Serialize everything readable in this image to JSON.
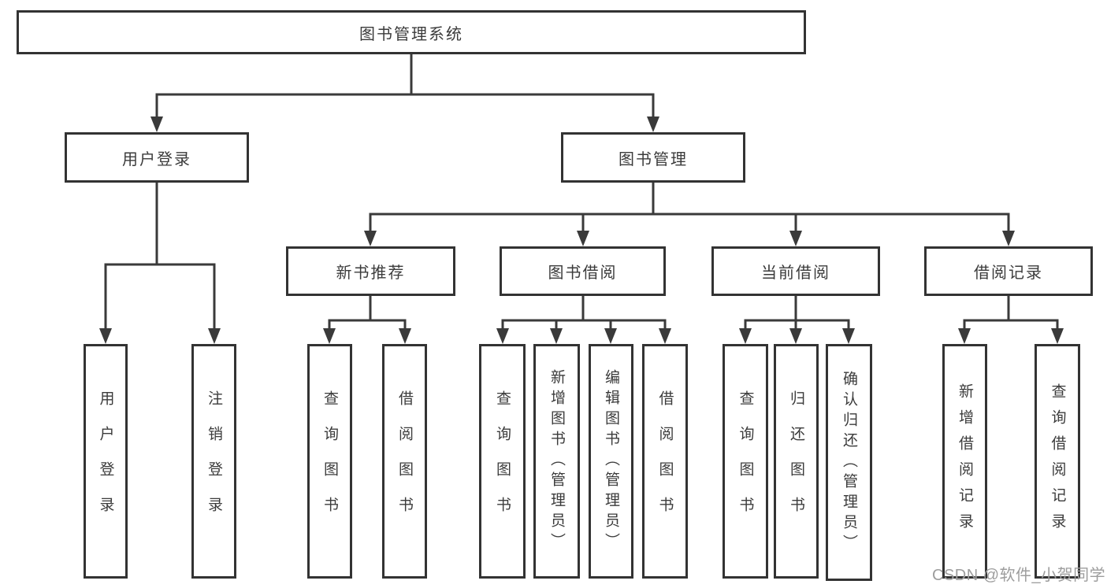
{
  "tree": {
    "label": "图书管理系统",
    "children": [
      {
        "label": "用户登录",
        "children": [
          {
            "label": "用户登录"
          },
          {
            "label": "注销登录"
          }
        ]
      },
      {
        "label": "图书管理",
        "children": [
          {
            "label": "新书推荐",
            "children": [
              {
                "label": "查询图书"
              },
              {
                "label": "借阅图书"
              }
            ]
          },
          {
            "label": "图书借阅",
            "children": [
              {
                "label": "查询图书"
              },
              {
                "label": "新增图书（管理员）"
              },
              {
                "label": "编辑图书（管理员）"
              },
              {
                "label": "借阅图书"
              }
            ]
          },
          {
            "label": "当前借阅",
            "children": [
              {
                "label": "查询图书"
              },
              {
                "label": "归还图书"
              },
              {
                "label": "确认归还（管理员）"
              }
            ]
          },
          {
            "label": "借阅记录",
            "children": [
              {
                "label": "新增借阅记录"
              },
              {
                "label": "查询借阅记录"
              }
            ]
          }
        ]
      }
    ]
  },
  "watermark": {
    "text": "CSDN @软件_小贺同学"
  },
  "colors": {
    "line": "#3a3a3a",
    "box_border": "#333333",
    "text": "#3b3b3b",
    "background": "#ffffff",
    "watermark": "#9d9d9d"
  }
}
